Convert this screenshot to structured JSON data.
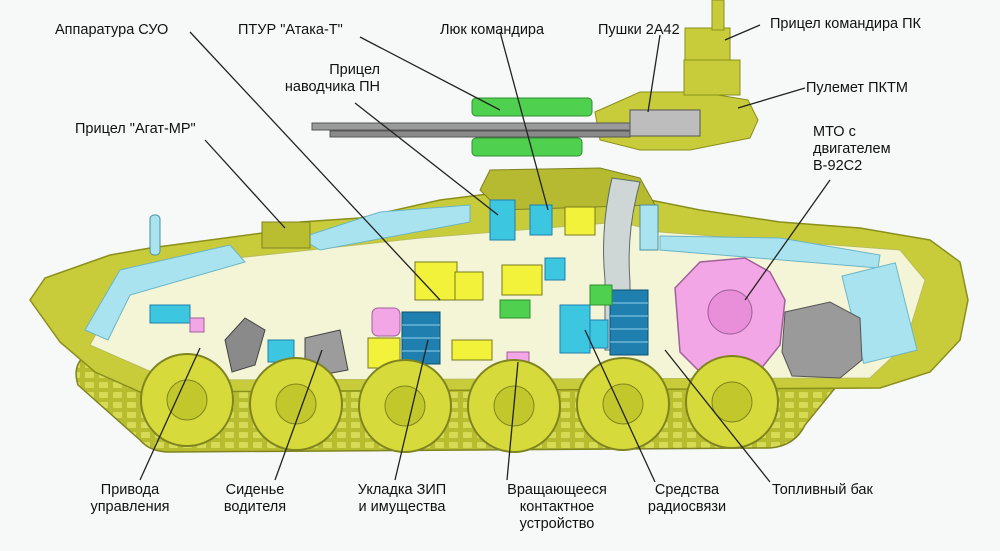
{
  "labels": {
    "suo": "Аппаратура СУО",
    "atgm": "ПТУР \"Атака-Т\"",
    "hatch": "Люк командира",
    "guns": "Пушки 2А42",
    "cmdr_sight": "Прицел командира ПК",
    "pktm": "Пулемет ПКТМ",
    "gunner_sight_1": "Прицел",
    "gunner_sight_2": "наводчика ПН",
    "agat": "Прицел \"Агат-МР\"",
    "mto_1": "МТО с",
    "mto_2": "двигателем",
    "mto_3": "В-92С2",
    "drive_1": "Привода",
    "drive_2": "управления",
    "seat_1": "Сиденье",
    "seat_2": "водителя",
    "zip_1": "Укладка ЗИП",
    "zip_2": "и имущества",
    "rot_1": "Вращающееся",
    "rot_2": "контактное",
    "rot_3": "устройство",
    "radio_1": "Средства",
    "radio_2": "радиосвязи",
    "fuel": "Топливный бак"
  },
  "colors": {
    "hull": "#c8cc3a",
    "hull_dark": "#9fa628",
    "interior": "#f4f6d0",
    "light_blue": "#a9e3f0",
    "cyan": "#3cc6e0",
    "blue": "#1f7fae",
    "green": "#4fd14f",
    "pink": "#f2a6e6",
    "grey": "#9a9a9a",
    "yellow": "#f2f23a",
    "leader": "#222222"
  }
}
